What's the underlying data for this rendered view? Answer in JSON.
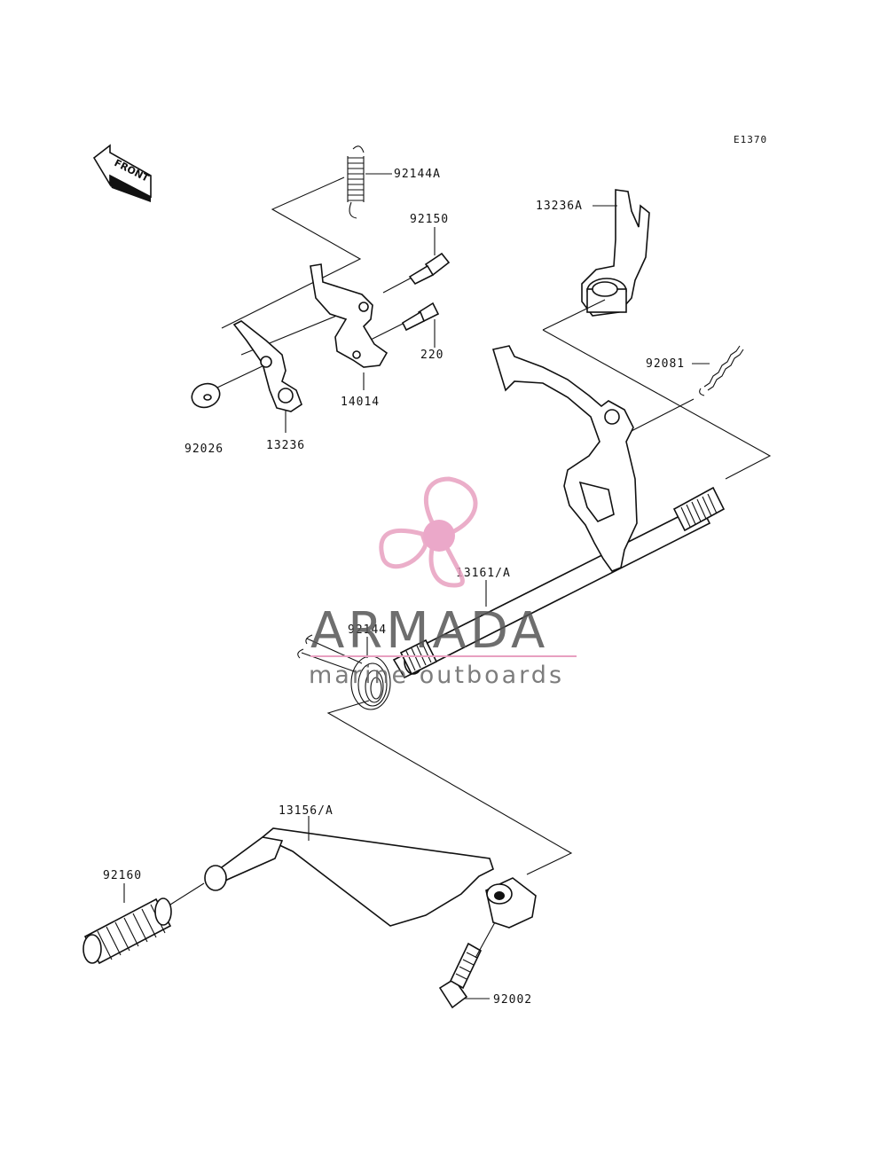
{
  "diagram": {
    "code": "E1370",
    "front_label": "FRONT",
    "parts": [
      {
        "id": "p92144A",
        "label": "92144A"
      },
      {
        "id": "p92150",
        "label": "92150"
      },
      {
        "id": "p13236A",
        "label": "13236A"
      },
      {
        "id": "p220",
        "label": "220"
      },
      {
        "id": "p14014",
        "label": "14014"
      },
      {
        "id": "p92081",
        "label": "92081"
      },
      {
        "id": "p92026",
        "label": "92026"
      },
      {
        "id": "p13236",
        "label": "13236"
      },
      {
        "id": "p13161A",
        "label": "13161/A"
      },
      {
        "id": "p92144",
        "label": "92144"
      },
      {
        "id": "p13156A",
        "label": "13156/A"
      },
      {
        "id": "p92160",
        "label": "92160"
      },
      {
        "id": "p92002",
        "label": "92002"
      }
    ]
  },
  "watermark": {
    "title": "ARMADA",
    "subtitle": "marine outboards",
    "logo_icon": "propeller-icon",
    "colors": {
      "pink": "#e8a0c0",
      "pink_center": "#e89ac0",
      "text": "#555555"
    }
  }
}
